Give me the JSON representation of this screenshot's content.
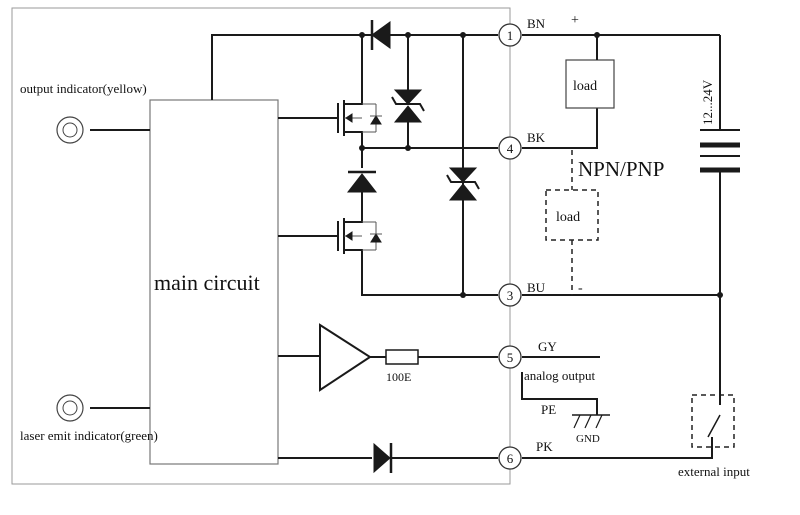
{
  "indicators": {
    "output": "output indicator(yellow)",
    "laser_emit": "laser emit indicator(green)"
  },
  "blocks": {
    "main_circuit": "main circuit"
  },
  "terminals": [
    {
      "num": "1",
      "wire": "BN"
    },
    {
      "num": "4",
      "wire": "BK"
    },
    {
      "num": "3",
      "wire": "BU"
    },
    {
      "num": "5",
      "wire": "GY"
    },
    {
      "num": "6",
      "wire": "PK"
    }
  ],
  "power": {
    "plus": "+",
    "minus": "-",
    "voltage": "12...24V"
  },
  "loads": [
    {
      "label": "load"
    },
    {
      "label": "load"
    }
  ],
  "output_type": "NPN/PNP",
  "components": {
    "resistor": "100E"
  },
  "analog_output": "analog output",
  "ground": {
    "pe": "PE",
    "gnd": "GND"
  },
  "external_input": "external input"
}
